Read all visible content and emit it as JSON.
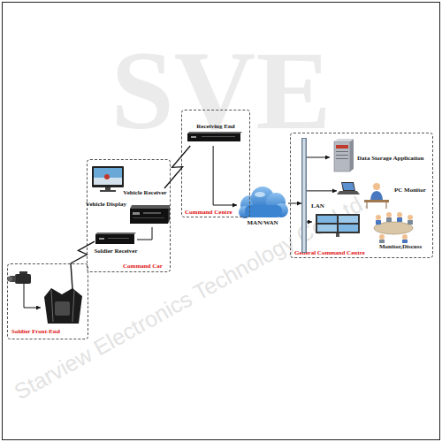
{
  "diagram": {
    "nodes": [
      {
        "text": [
          "Soldier Front-End"
        ]
      },
      {
        "text": [
          "Command Car"
        ]
      },
      {
        "text": [
          "Vehicle Display"
        ],
        "in": 1
      },
      {
        "text": [
          "Vehicle Receiver"
        ],
        "in": 1
      },
      {
        "text": [
          "Soldier Receiver"
        ],
        "in": 1
      },
      {
        "text": [
          "Command Centre"
        ]
      },
      {
        "text": [
          "Receiving End"
        ],
        "in": 5
      },
      {
        "text": [
          "MAN/WAN"
        ]
      },
      {
        "text": [
          "General Command Centre"
        ]
      },
      {
        "text": [
          "LAN"
        ],
        "in": 8
      },
      {
        "text": [
          "Data Storage Application"
        ],
        "in": 8
      },
      {
        "text": [
          "PC Monitor"
        ],
        "in": 8
      },
      {
        "text": [
          "Monitor,Discuss"
        ],
        "in": 8
      }
    ],
    "edges": [
      {
        "from": 0,
        "to": 4,
        "arrow": "none"
      },
      {
        "from": 4,
        "to": 3,
        "arrow": "none"
      },
      {
        "from": 3,
        "to": 6,
        "arrow": "none"
      },
      {
        "from": 6,
        "to": 7,
        "arrow": "to"
      },
      {
        "from": 7,
        "to": 9,
        "arrow": "to"
      },
      {
        "from": 9,
        "to": 10,
        "arrow": "to"
      },
      {
        "from": 9,
        "to": 11,
        "arrow": "to"
      },
      {
        "from": 9,
        "to": 12,
        "arrow": "to"
      }
    ],
    "labels": [
      "SVE",
      "Starview Electronics Technology Co.,Ltd."
    ]
  }
}
